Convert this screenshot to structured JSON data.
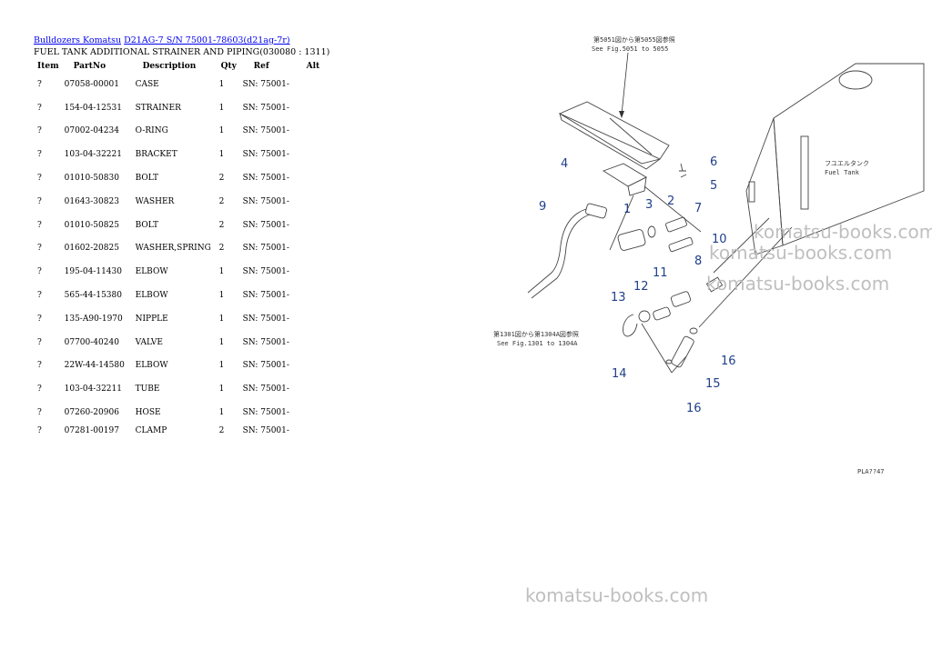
{
  "breadcrumb": {
    "link1": "Bulldozers Komatsu",
    "link2": "D21AG-7 S/N 75001-78603(d21ag-7r)"
  },
  "subtitle": "FUEL TANK ADDITIONAL STRAINER AND PIPING(030080 : 1311)",
  "table": {
    "headers": [
      "Item",
      "PartNo",
      "Description",
      "Qty",
      "Ref",
      "Alt"
    ],
    "rows": [
      [
        "?",
        "07058-00001",
        "CASE",
        "1",
        "SN: 75001-"
      ],
      [
        "?",
        "154-04-12531",
        "STRAINER",
        "1",
        "SN: 75001-"
      ],
      [
        "?",
        "07002-04234",
        "O-RING",
        "1",
        "SN: 75001-"
      ],
      [
        "?",
        "103-04-32221",
        "BRACKET",
        "1",
        "SN: 75001-"
      ],
      [
        "?",
        "01010-50830",
        "BOLT",
        "2",
        "SN: 75001-"
      ],
      [
        "?",
        "01643-30823",
        "WASHER",
        "2",
        "SN: 75001-"
      ],
      [
        "?",
        "01010-50825",
        "BOLT",
        "2",
        "SN: 75001-"
      ],
      [
        "?",
        "01602-20825",
        "WASHER,SPRING",
        "2",
        "SN: 75001-"
      ],
      [
        "?",
        "195-04-11430",
        "ELBOW",
        "1",
        "SN: 75001-"
      ],
      [
        "?",
        "565-44-15380",
        "ELBOW",
        "1",
        "SN: 75001-"
      ],
      [
        "?",
        "135-A90-1970",
        "NIPPLE",
        "1",
        "SN: 75001-"
      ],
      [
        "?",
        "07700-40240",
        "VALVE",
        "1",
        "SN: 75001-"
      ],
      [
        "?",
        "22W-44-14580",
        "ELBOW",
        "1",
        "SN: 75001-"
      ],
      [
        "?",
        "103-04-32211",
        "TUBE",
        "1",
        "SN: 75001-"
      ],
      [
        "?",
        "07260-20906",
        "HOSE",
        "1",
        "SN: 75001-"
      ],
      [
        "?",
        "07281-00197",
        "CLAMP",
        "2",
        "SN: 75001-"
      ]
    ]
  },
  "diagram": {
    "note_top_jp": "第5051図から第5055図参照",
    "note_top": "See Fig.5051 to 5055",
    "note_bottom_jp": "第1301図から第1304A図参照",
    "note_bottom": "See Fig.1301 to 1304A",
    "tank_label_jp": "フユエルタンク",
    "tank_label": "Fuel Tank",
    "code": "PLA??47",
    "callouts": [
      "1",
      "2",
      "3",
      "4",
      "5",
      "6",
      "7",
      "8",
      "9",
      "10",
      "11",
      "12",
      "13",
      "14",
      "15",
      "16",
      "16"
    ]
  },
  "watermarks": [
    "komatsu-books.com",
    "komatsu-books.com",
    "komatsu-books.com",
    "komatsu-books.com"
  ],
  "colors": {
    "link": "#0000ee",
    "callout": "#1f3f8a",
    "watermark": "#bfbfbf"
  }
}
